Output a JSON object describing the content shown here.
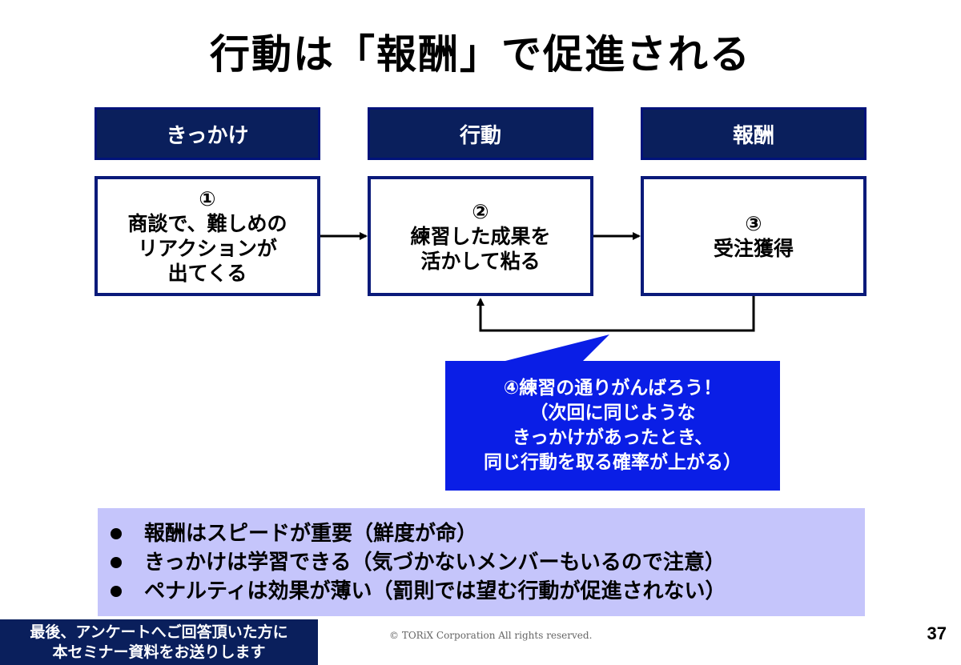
{
  "slide": {
    "title": "行動は「報酬」で促進される",
    "columns": [
      {
        "header": "きっかけ",
        "number": "①",
        "lines": [
          "商談で、難しめの",
          "リアクションが",
          "出てくる"
        ]
      },
      {
        "header": "行動",
        "number": "②",
        "lines": [
          "練習した成果を",
          "活かして粘る"
        ]
      },
      {
        "header": "報酬",
        "number": "③",
        "lines": [
          "受注獲得"
        ]
      }
    ],
    "callout": {
      "lines": [
        "④練習の通りがんばろう！",
        "（次回に同じような",
        "きっかけがあったとき、",
        "同じ行動を取る確率が上がる）"
      ]
    },
    "bullets": [
      "報酬はスピードが重要（鮮度が命）",
      "きっかけは学習できる（気づかないメンバーもいるので注意）",
      "ペナルティは効果が薄い（罰則では望む行動が促進されない）"
    ],
    "footer_notice": [
      "最後、アンケートへご回答頂いた方に",
      "本セミナー資料をお送りします"
    ],
    "copyright": "© TORiX Corporation All rights reserved.",
    "page_number": "37"
  },
  "colors": {
    "header_fill": "#0a1f5c",
    "box_border": "#0a1a7a",
    "callout_fill": "#0a1ee6",
    "bullet_panel": "#c5c5fb"
  }
}
